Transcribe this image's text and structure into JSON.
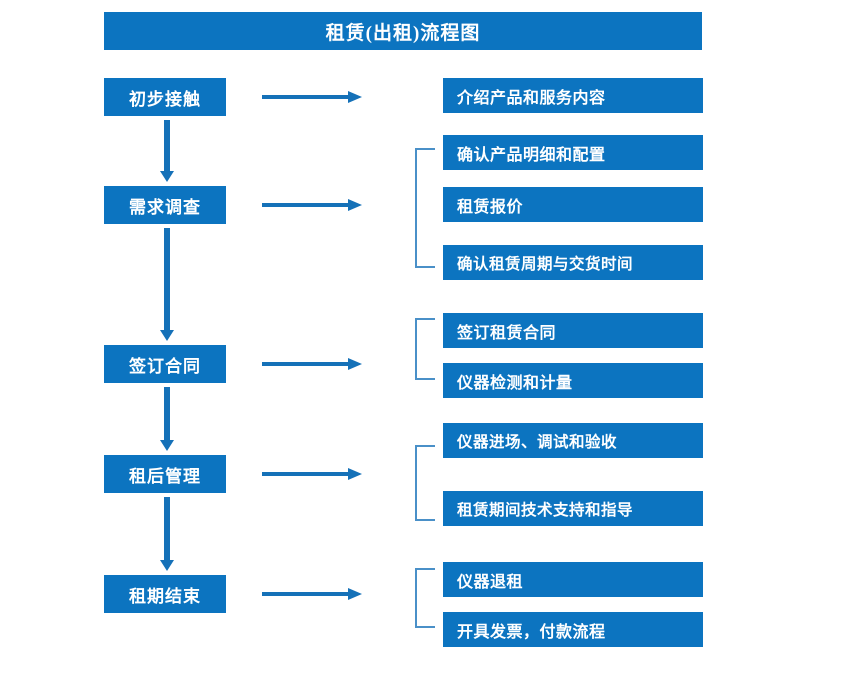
{
  "diagram": {
    "title": "租赁(出租)流程图",
    "theme": {
      "primary": "#0C74C0",
      "arrow": "#1571B8",
      "bracket": "#4A90C8",
      "text": "#FFFFFF",
      "background": "#FFFFFF"
    },
    "stages": [
      {
        "label": "初步接触"
      },
      {
        "label": "需求调查"
      },
      {
        "label": "签订合同"
      },
      {
        "label": "租后管理"
      },
      {
        "label": "租期结束"
      }
    ],
    "details": [
      {
        "label": "介绍产品和服务内容"
      },
      {
        "label": "确认产品明细和配置"
      },
      {
        "label": "租赁报价"
      },
      {
        "label": "确认租赁周期与交货时间"
      },
      {
        "label": "签订租赁合同"
      },
      {
        "label": "仪器检测和计量"
      },
      {
        "label": "仪器进场、调试和验收"
      },
      {
        "label": "租赁期间技术支持和指导"
      },
      {
        "label": "仪器退租"
      },
      {
        "label": "开具发票，付款流程"
      }
    ]
  }
}
